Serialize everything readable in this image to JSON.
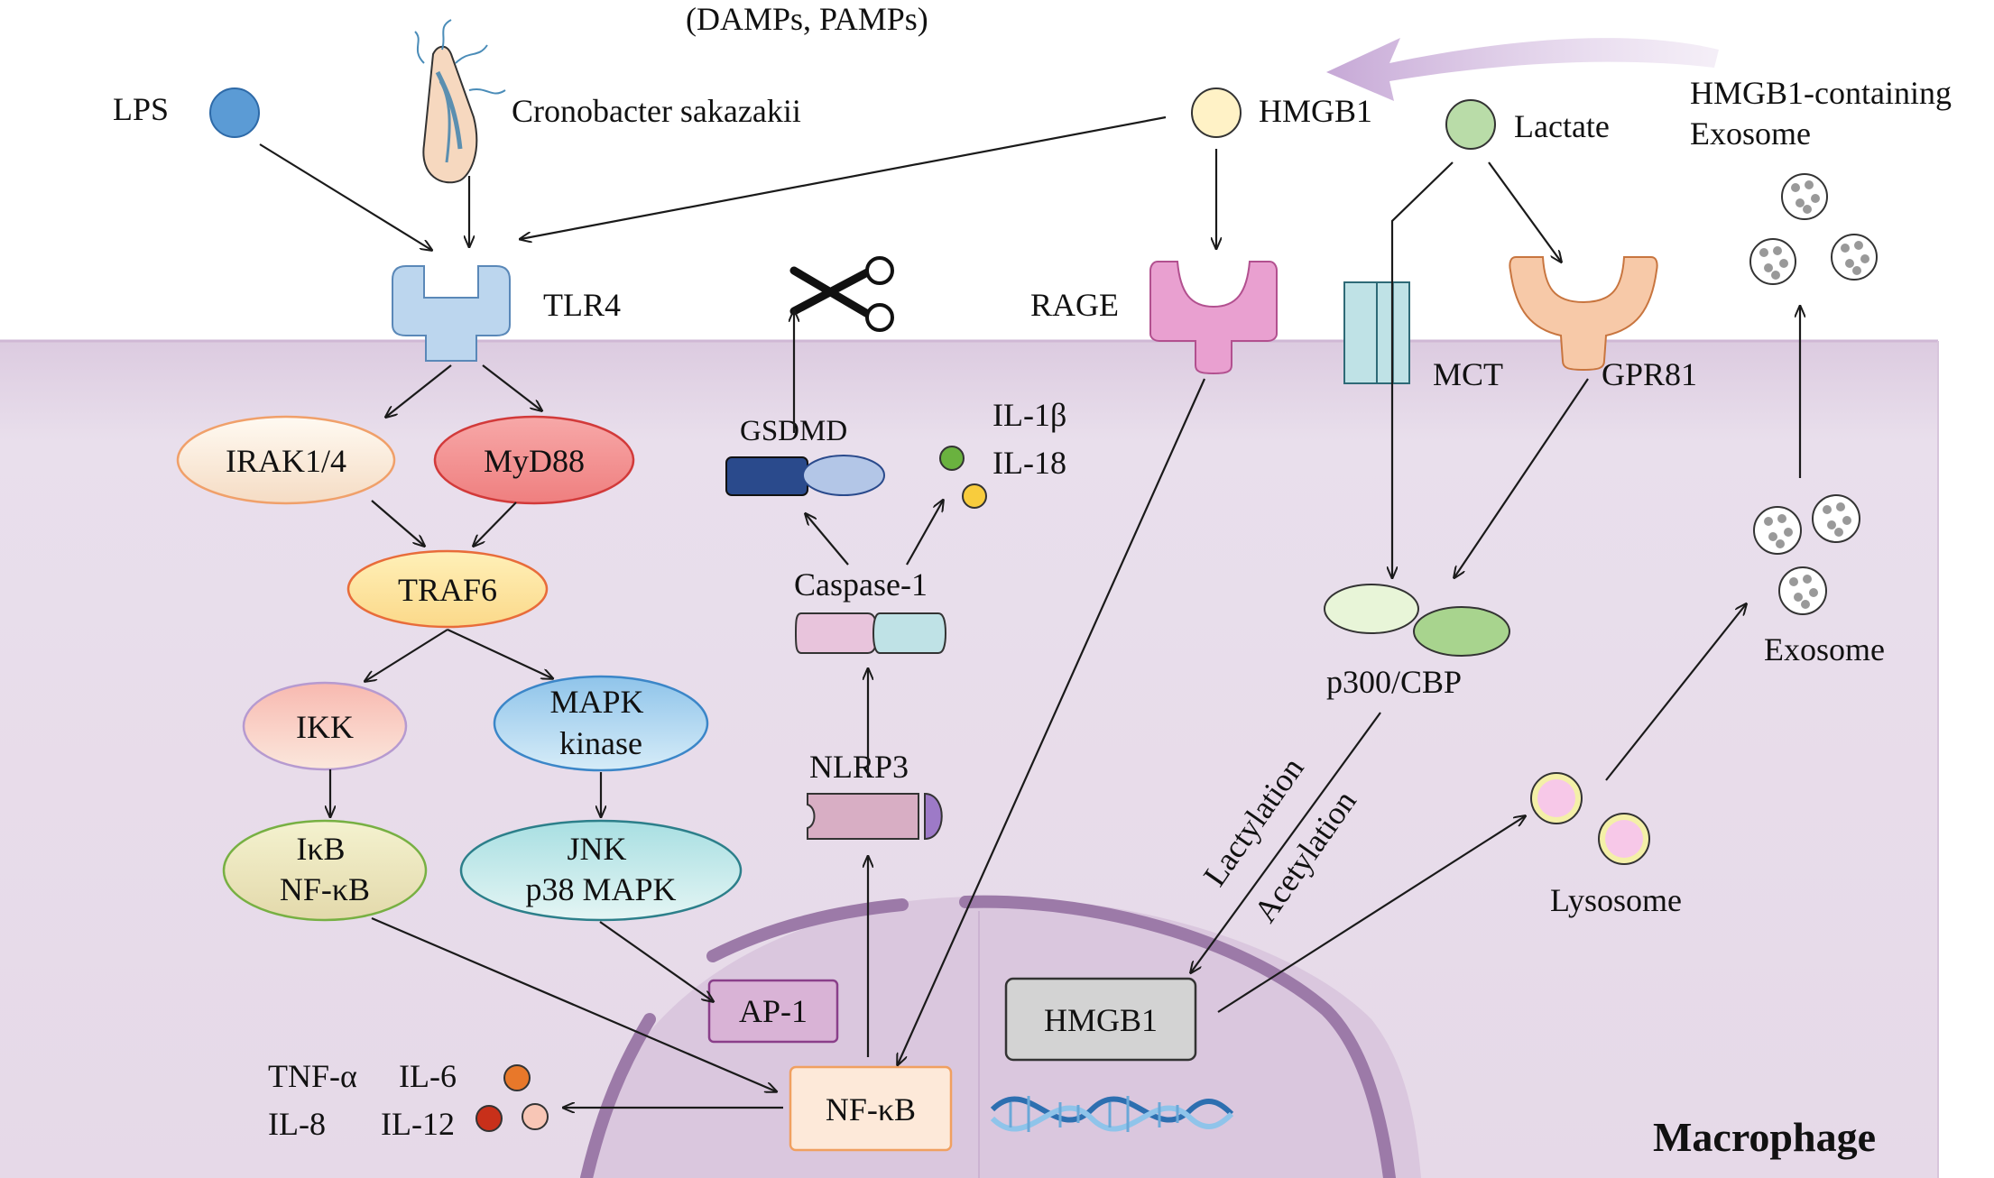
{
  "top_caption": "(DAMPs, PAMPs)",
  "ligands": {
    "lps": "LPS",
    "bacterium": "Cronobacter sakazakii",
    "hmgb1": "HMGB1",
    "lactate": "Lactate",
    "exosome_out": "HMGB1-containing\nExosome"
  },
  "receptors": {
    "tlr4": "TLR4",
    "rage": "RAGE",
    "mct": "MCT",
    "gpr81": "GPR81"
  },
  "cytoplasm": {
    "irak": "IRAK1/4",
    "myd88": "MyD88",
    "traf6": "TRAF6",
    "ikk": "IKK",
    "mapk_kinase": "MAPK\nkinase",
    "ikb_nfkb": "IκB\nNF-κB",
    "jnk_p38": "JNK\np38 MAPK",
    "gsdmd": "GSDMD",
    "il1b": "IL-1β",
    "il18": "IL-18",
    "caspase1": "Caspase-1",
    "nlrp3": "NLRP3",
    "p300cbp": "p300/CBP",
    "lactylation": "Lactylation",
    "acetylation": "Acetylation",
    "lysosome": "Lysosome",
    "exosome_in": "Exosome"
  },
  "nucleus": {
    "ap1": "AP-1",
    "nfkb": "NF-κB",
    "hmgb1": "HMGB1"
  },
  "cytokines": {
    "tnfa": "TNF-α",
    "il6": "IL-6",
    "il8": "IL-8",
    "il12": "IL-12"
  },
  "cell_label": "Macrophage",
  "colors": {
    "cell_fill": "#e6d9e8",
    "lps": "#5b9bd5",
    "tlr4": "#bcd6ee",
    "rage": "#e9a0d0",
    "mct": "#bfe2e6",
    "gpr81": "#f7c9a8",
    "hmgb1": "#fff2c6",
    "lactate": "#b9dca8",
    "gsdmd_dark": "#2a4a8c",
    "gsdmd_light": "#b3c6e7",
    "p300": "#e8f5d8",
    "cbp": "#a8d48e",
    "nucleus_hmgb1": "#d3d3d3",
    "nfkb_box": "#fde9d9",
    "ap1_box": "#d9b3d6"
  }
}
